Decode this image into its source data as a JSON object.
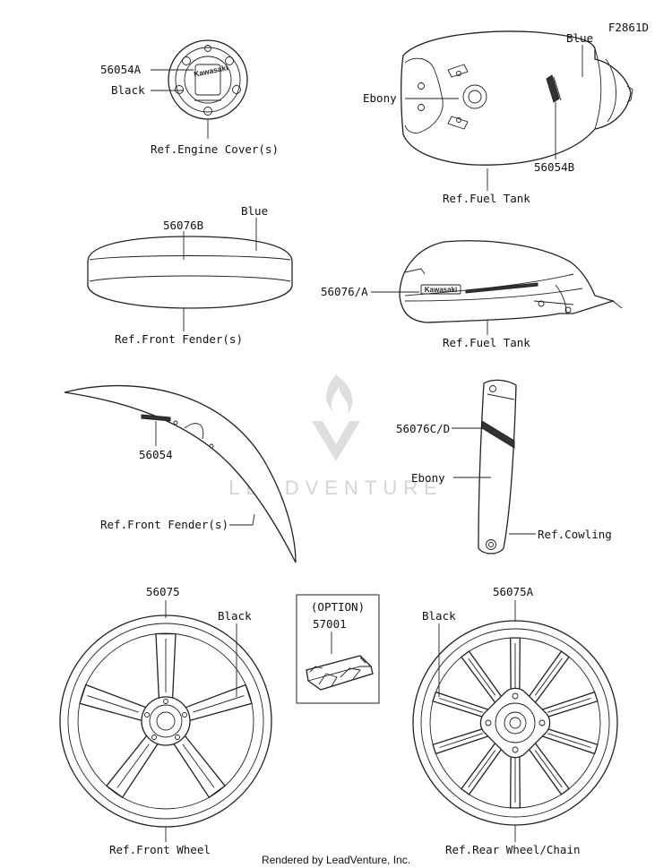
{
  "figure_code": "F2861D",
  "labels": {
    "engine_cover": {
      "part": "56054A",
      "color": "Black",
      "ref": "Ref.Engine Cover(s)"
    },
    "fuel_tank_top": {
      "color": "Blue",
      "finish": "Ebony",
      "part": "56054B",
      "ref": "Ref.Fuel Tank"
    },
    "front_fender_top": {
      "part": "56076B",
      "color": "Blue",
      "ref": "Ref.Front Fender(s)"
    },
    "fuel_tank_side": {
      "part": "56076/A",
      "ref": "Ref.Fuel Tank"
    },
    "front_fender_side": {
      "part": "56054",
      "ref": "Ref.Front Fender(s)"
    },
    "cowling": {
      "part": "56076C/D",
      "finish": "Ebony",
      "ref": "Ref.Cowling"
    },
    "front_wheel": {
      "part": "56075",
      "color": "Black",
      "ref": "Ref.Front Wheel"
    },
    "option": {
      "heading": "(OPTION)",
      "part": "57001"
    },
    "rear_wheel": {
      "part": "56075A",
      "color": "Black",
      "ref": "Ref.Rear Wheel/Chain"
    }
  },
  "logo_text": "Kawasaki",
  "watermark": "LEADVENTURE",
  "footer": "Rendered by LeadVenture, Inc."
}
